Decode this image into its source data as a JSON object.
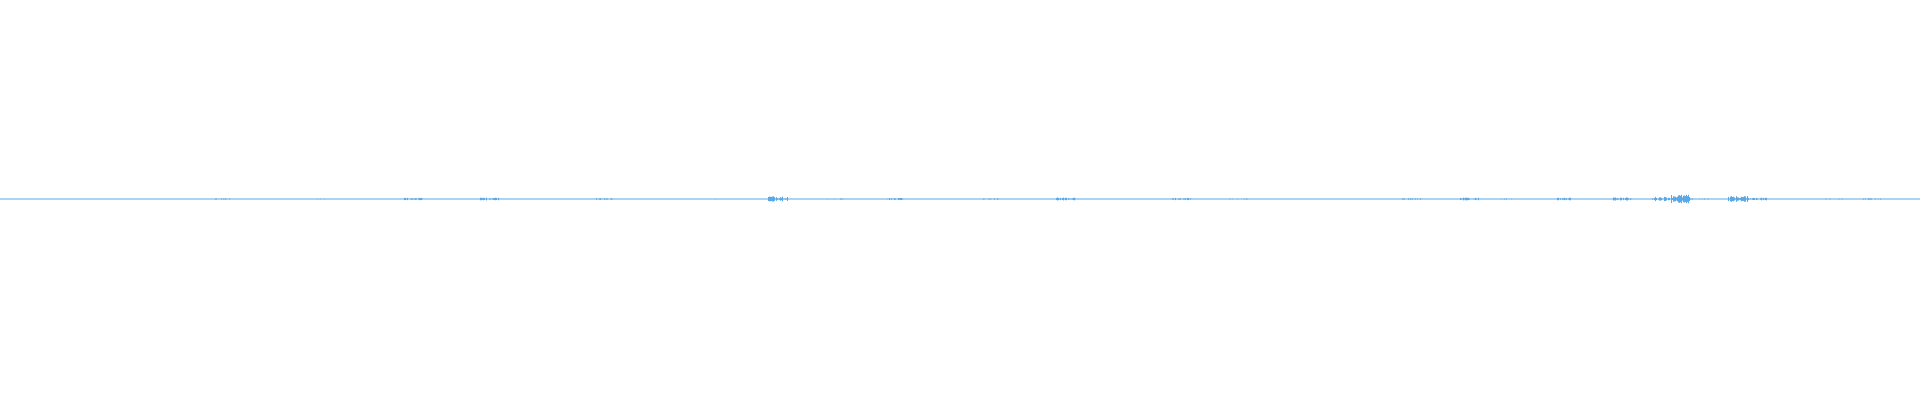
{
  "waveform": {
    "color": "#5aa9e6",
    "baseline_color": "#5aa9e6",
    "amplitude_scale": 1.0,
    "activity": [
      0.01,
      0.01,
      0.02,
      0.01,
      0.01,
      0.03,
      0.01,
      0.02,
      0.01,
      0.01,
      0.02,
      0.05,
      0.01,
      0.01,
      0.02,
      0.01,
      0.04,
      0.01,
      0.01,
      0.02,
      0.03,
      0.08,
      0.02,
      0.01,
      0.02,
      0.1,
      0.02,
      0.01,
      0.03,
      0.01,
      0.02,
      0.06,
      0.01,
      0.02,
      0.03,
      0.01,
      0.02,
      0.05,
      0.02,
      0.01,
      0.2,
      0.03,
      0.02,
      0.05,
      0.01,
      0.03,
      0.07,
      0.02,
      0.01,
      0.02,
      0.02,
      0.06,
      0.02,
      0.01,
      0.03,
      0.1,
      0.02,
      0.01,
      0.02,
      0.01,
      0.03,
      0.08,
      0.02,
      0.01,
      0.05,
      0.02,
      0.03,
      0.01,
      0.02,
      0.01,
      0.03,
      0.01,
      0.02,
      0.06,
      0.03,
      0.02,
      0.1,
      0.02,
      0.05,
      0.01,
      0.02,
      0.09,
      0.03,
      0.02,
      0.1,
      0.03,
      0.15,
      0.3,
      0.05,
      0.03,
      0.2,
      0.1,
      0.05,
      0.02,
      0.03,
      0.05,
      0.02,
      0.06,
      0.03,
      0.02
    ]
  }
}
